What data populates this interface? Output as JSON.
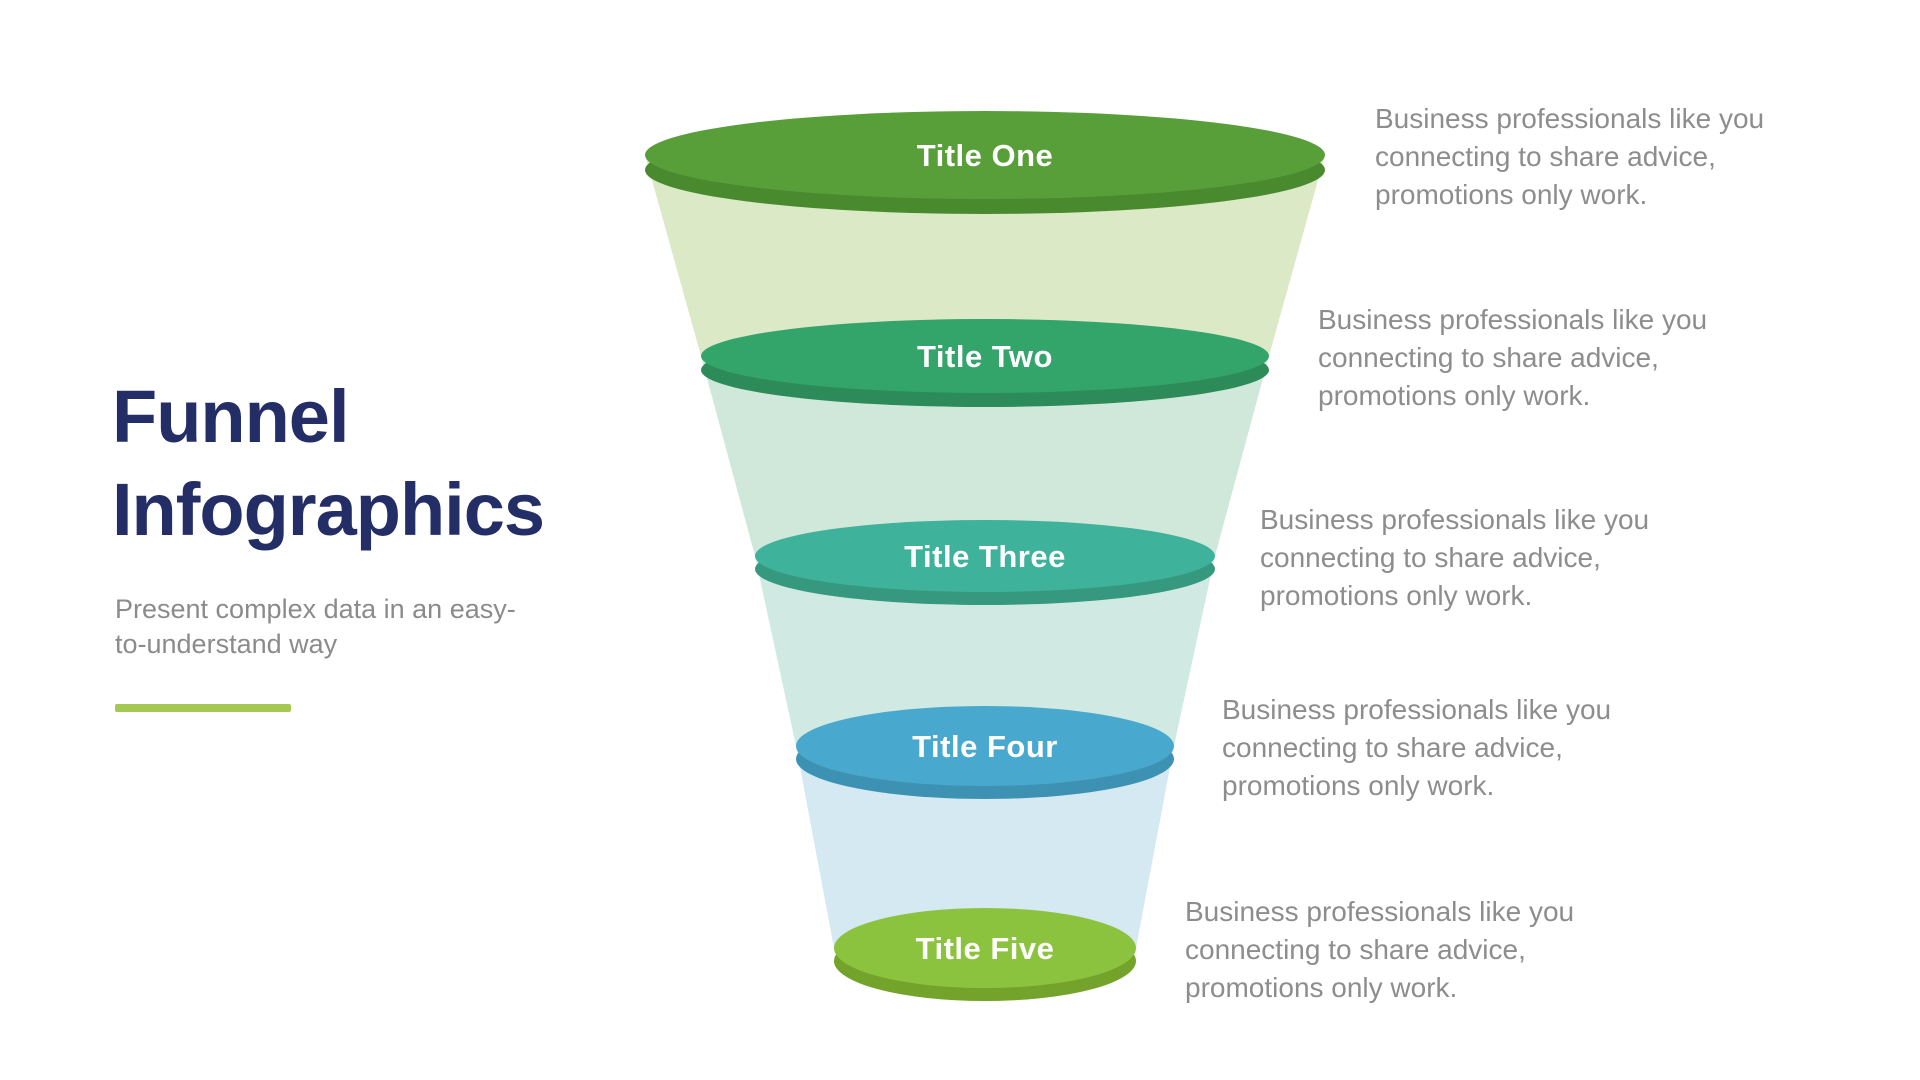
{
  "left_panel": {
    "title": "Funnel Infographics",
    "subtitle_lines": [
      "Present complex data in an easy-",
      "to-understand way"
    ],
    "title_color": "#232e67",
    "accent_color": "#a5c853",
    "subtitle_color": "#8b8b8b"
  },
  "funnel": {
    "levels": [
      {
        "label": "Title One",
        "face_color": "#589f3a",
        "rim_color": "#4a8a2e",
        "body_color": "#dbe9c6",
        "description_lines": [
          "Business professionals like you",
          "connecting to share advice,",
          "promotions only work."
        ]
      },
      {
        "label": "Title Two",
        "face_color": "#33a46a",
        "rim_color": "#2d8a59",
        "body_color": "#d0e8da",
        "description_lines": [
          "Business professionals like you",
          "connecting to share advice,",
          "promotions only work."
        ]
      },
      {
        "label": "Title Three",
        "face_color": "#3fb29b",
        "rim_color": "#36987f",
        "body_color": "#d0eae3",
        "description_lines": [
          "Business professionals like you",
          "connecting to share advice,",
          "promotions only work."
        ]
      },
      {
        "label": "Title Four",
        "face_color": "#49a8cd",
        "rim_color": "#3d92b4",
        "body_color": "#d5e9f3",
        "description_lines": [
          "Business professionals like you",
          "connecting to share advice,",
          "promotions only work."
        ]
      },
      {
        "label": "Title Five",
        "face_color": "#8cc33e",
        "rim_color": "#73a32a",
        "description_lines": [
          "Business professionals like you",
          "connecting to share advice,",
          "promotions only work."
        ]
      }
    ]
  }
}
